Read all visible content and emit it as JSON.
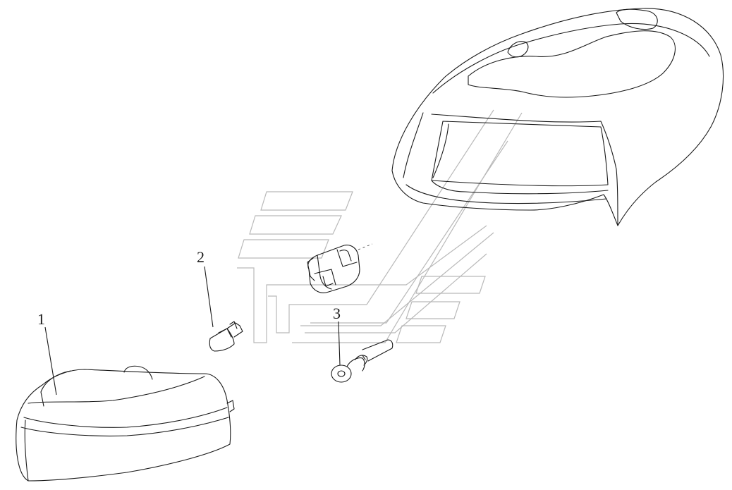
{
  "callouts": [
    {
      "id": "1",
      "text": "1"
    },
    {
      "id": "2",
      "text": "2"
    },
    {
      "id": "3",
      "text": "3"
    }
  ],
  "colors": {
    "line": "#1a1a1a",
    "watermark": "#b9b9b9",
    "background": "#ffffff"
  }
}
